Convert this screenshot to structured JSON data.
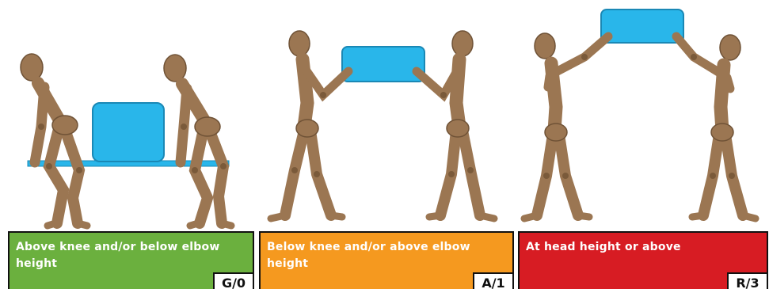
{
  "colors": {
    "green": "#6bb03e",
    "amber": "#f5991f",
    "red": "#d71c23",
    "box": "#29b6ea",
    "figure": "#9b7652"
  },
  "panels": [
    {
      "text": "Above knee and/or below elbow height",
      "code": "G/0",
      "color": "green"
    },
    {
      "text": "Below knee and/or above elbow height",
      "code": "A/1",
      "color": "amber"
    },
    {
      "text": "At head height or above",
      "code": "R/3",
      "color": "red"
    }
  ],
  "illustrations": [
    {
      "name": "carry-with-stretcher",
      "figures": 2
    },
    {
      "name": "lift-at-chest-height",
      "figures": 2
    },
    {
      "name": "lift-above-head",
      "figures": 2
    }
  ]
}
